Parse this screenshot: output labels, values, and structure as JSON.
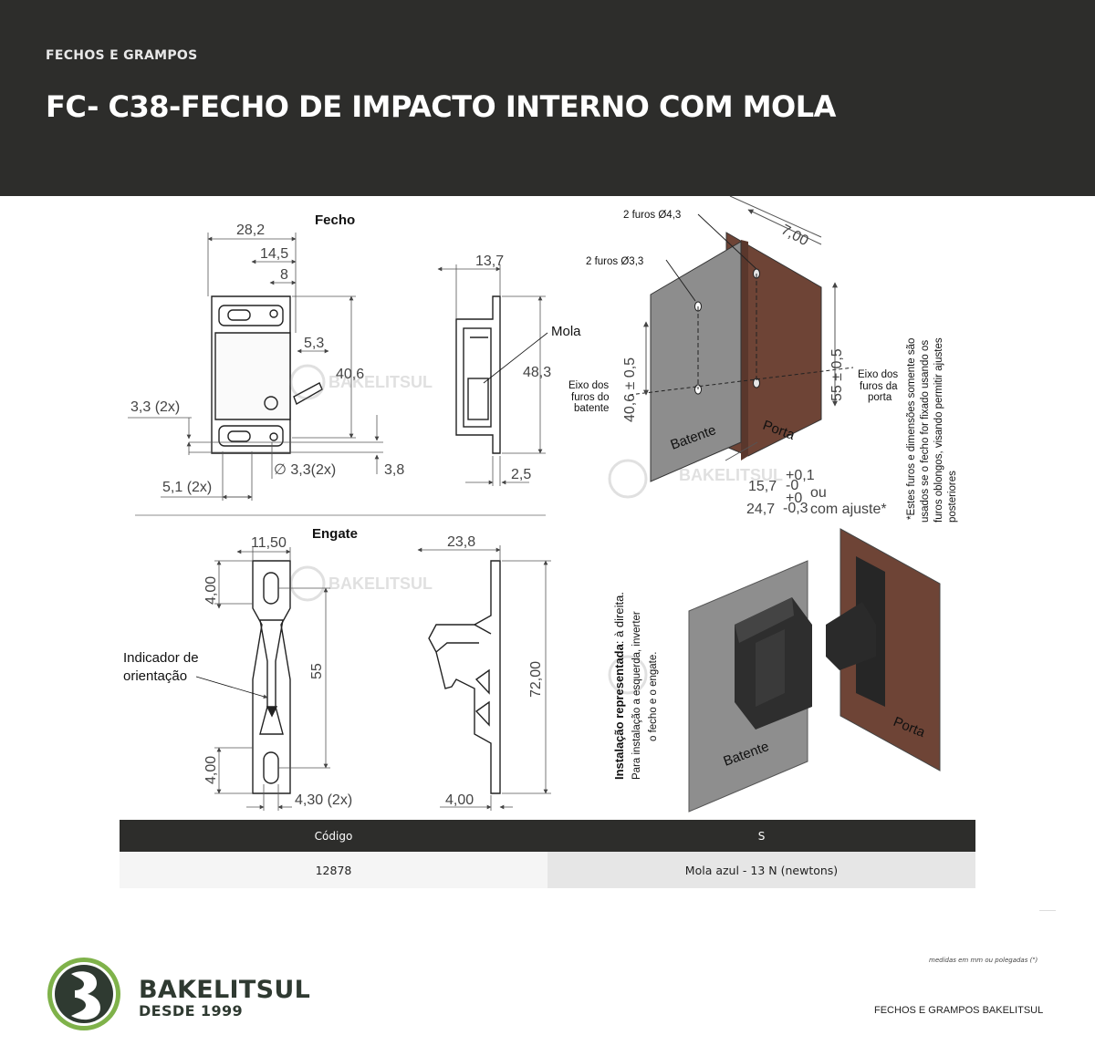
{
  "header": {
    "category": "FECHOS E GRAMPOS",
    "title": "FC- C38-FECHO DE IMPACTO INTERNO COM MOLA"
  },
  "drawing": {
    "fecho": {
      "label": "Fecho",
      "dims": [
        "28,2",
        "14,5",
        "8",
        "5,3",
        "40,6",
        "3,3 (2x)",
        "5,1 (2x)",
        "∅ 3,3(2x)",
        "3,8",
        "13,7",
        "48,3",
        "2,5"
      ],
      "mola": "Mola",
      "watermark": "BAKELITSUL"
    },
    "engate": {
      "label": "Engate",
      "dims": [
        "11,50",
        "4,00",
        "55",
        "4,00",
        "4,30 (2x)",
        "23,8",
        "72,00",
        "4,00"
      ],
      "indicator": [
        "Indicador de",
        "orientação"
      ]
    },
    "installation": {
      "holes_43": "2 furos Ø4,3",
      "holes_33": "2 furos Ø3,3",
      "dim_700": "7,00",
      "eixo_batente": [
        "Eixo dos",
        "furos do",
        "batente"
      ],
      "eixo_porta": [
        "Eixo dos",
        "furos da",
        "porta"
      ],
      "dim_406": "40,6 ± 0,5",
      "dim_55": "55 ± 0,5",
      "batente": "Batente",
      "porta": "Porta",
      "dim_157": "15,7",
      "tol_157_up": "+0,1",
      "tol_157_dn": "-0",
      "dim_247": "24,7",
      "tol_247_up": "+0",
      "tol_247_dn": "-0,3",
      "ou": "ou",
      "com_ajuste": "com ajuste*",
      "note": [
        "*Estes furos e dimensões somente são",
        "usados se o fecho for fixado usando os",
        "furos oblongos, visando permitir ajustes",
        "posteriores"
      ]
    },
    "installation_note": {
      "bold": "Instalação representada",
      "line1_rest": ": à direita.",
      "line2": "Para instalação a esquerda, inverter",
      "line3": "o fecho e o engate."
    },
    "render": {
      "batente": "Batente",
      "porta": "Porta"
    }
  },
  "table": {
    "headers": [
      "Código",
      "S"
    ],
    "rows": [
      [
        "12878",
        "Mola azul - 13 N (newtons)"
      ]
    ]
  },
  "footer": {
    "brand": "BAKELITSUL",
    "since": "DESDE 1999",
    "measure_note": "medidas em mm ou polegadas (\")",
    "right": "FECHOS E GRAMPOS BAKELITSUL"
  },
  "colors": {
    "header_bg": "#2d2d2b",
    "brand_green": "#2f3a31",
    "logo_ring": "#7fb24a",
    "porta_brown": "#6e4436",
    "batente_gray": "#8d8d8d"
  }
}
